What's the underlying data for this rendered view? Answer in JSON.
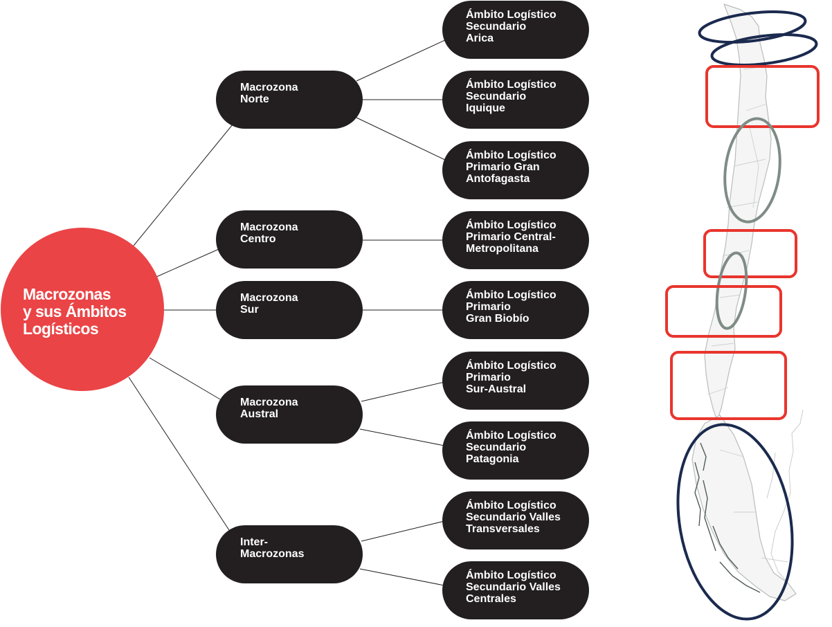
{
  "root": {
    "lines": [
      "Macrozonas",
      "y sus Ámbitos",
      "Logísticos"
    ]
  },
  "macrozonas": [
    {
      "lines": [
        "Macrozona",
        "Norte"
      ]
    },
    {
      "lines": [
        "Macrozona",
        "Centro"
      ]
    },
    {
      "lines": [
        "Macrozona",
        "Sur"
      ]
    },
    {
      "lines": [
        "Macrozona",
        "Austral"
      ]
    },
    {
      "lines": [
        "Inter-",
        "Macrozonas"
      ]
    }
  ],
  "ambitos": [
    {
      "lines": [
        "Ámbito Logístico",
        "Secundario",
        "Arica"
      ]
    },
    {
      "lines": [
        "Ámbito Logístico",
        "Secundario",
        "Iquique"
      ]
    },
    {
      "lines": [
        "Ámbito Logístico",
        "Primario Gran",
        "Antofagasta"
      ]
    },
    {
      "lines": [
        "Ámbito Logístico",
        "Primario Central-",
        "Metropolitana"
      ]
    },
    {
      "lines": [
        "Ámbito Logístico",
        "Primario",
        "Gran Biobío"
      ]
    },
    {
      "lines": [
        "Ámbito Logístico",
        "Primario",
        "Sur-Austral"
      ]
    },
    {
      "lines": [
        "Ámbito Logístico",
        "Secundario",
        "Patagonia"
      ]
    },
    {
      "lines": [
        "Ámbito Logístico",
        "Secundario Valles",
        "Transversales"
      ]
    },
    {
      "lines": [
        "Ámbito Logístico",
        "Secundario Valles",
        "Centrales"
      ]
    }
  ],
  "colors": {
    "root": "#ea4446",
    "pill": "#231f20",
    "primary_outline": "#e8352d",
    "secondary_outline": "#7f8c86",
    "intermacro_outline": "#1b2a4e"
  }
}
